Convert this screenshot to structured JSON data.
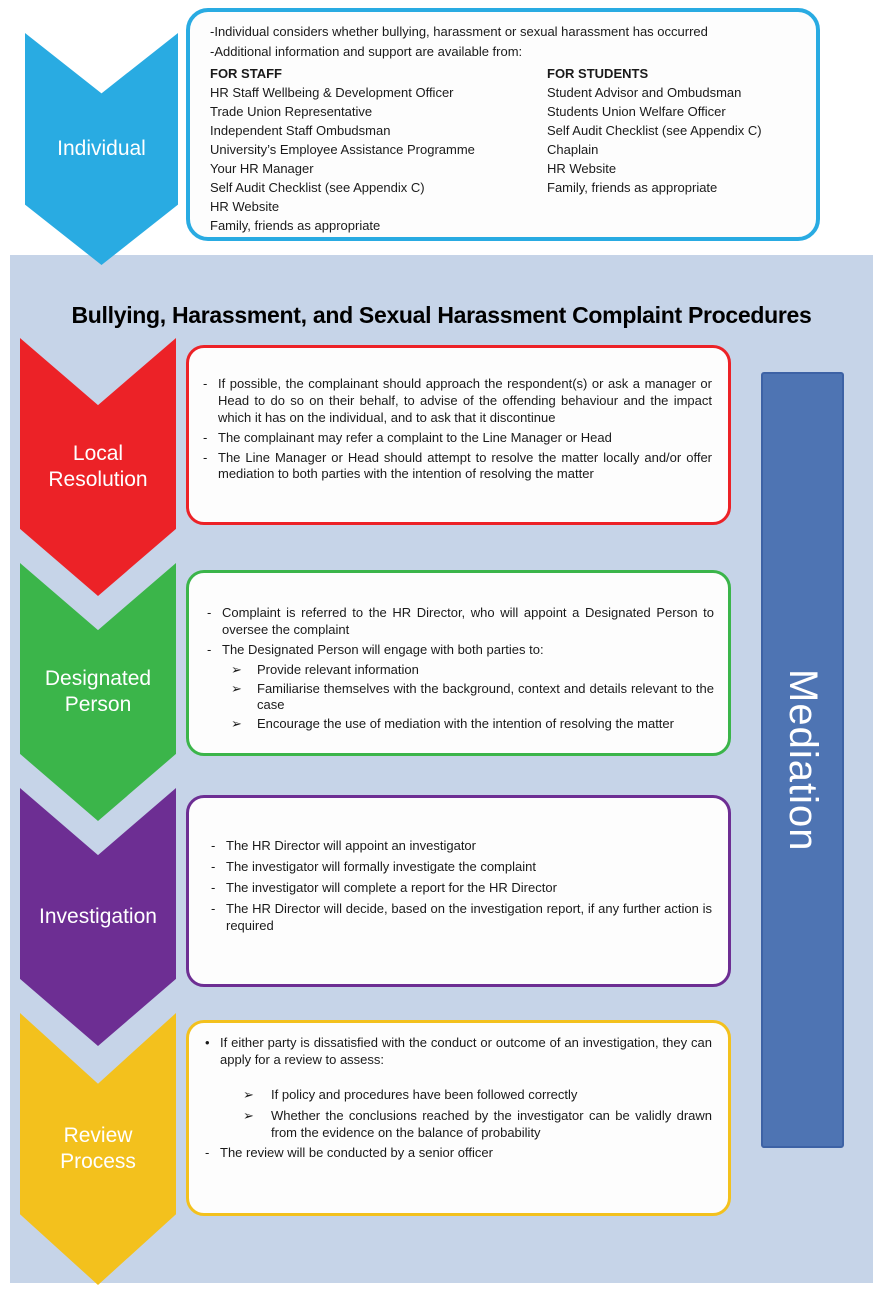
{
  "title": "Bullying, Harassment, and Sexual Harassment Complaint Procedures",
  "markers": {
    "dash": "-",
    "dot": "•",
    "arrow": "➢"
  },
  "colors": {
    "individual": "#29ABE2",
    "local_resolution": "#EC2227",
    "designated_person": "#3BB54A",
    "investigation": "#6D2E93",
    "review_process": "#F3C11D",
    "mediation_bar": "#4E74B3",
    "panel_background": "#C6D4E8"
  },
  "individual": {
    "label": "Individual",
    "box": {
      "intro_1": "-Individual considers whether bullying, harassment or sexual harassment has occurred",
      "intro_2": "-Additional information and support are available from:",
      "staff_header": "FOR STAFF",
      "staff_items": [
        "HR Staff Wellbeing & Development Officer",
        "Trade Union Representative",
        "Independent Staff Ombudsman",
        "University’s Employee Assistance Programme",
        "Your HR Manager",
        "Self Audit Checklist (see Appendix C)",
        "HR Website",
        "Family, friends as appropriate"
      ],
      "students_header": "FOR STUDENTS",
      "students_items": [
        "Student Advisor and Ombudsman",
        "Students Union Welfare Officer",
        "Self Audit Checklist (see Appendix C)",
        "Chaplain",
        "HR Website",
        "Family, friends as appropriate"
      ]
    }
  },
  "local_resolution": {
    "label": "Local Resolution",
    "bullets": [
      "If possible, the complainant should approach the respondent(s) or ask a manager or Head to do so on their behalf, to advise of the offending behaviour and the impact which it has on the individual, and to ask that it discontinue",
      "The complainant may refer a complaint to the Line Manager or Head",
      "The Line Manager or Head should attempt to resolve the matter locally and/or offer mediation to both parties with the intention of resolving the matter"
    ]
  },
  "designated_person": {
    "label": "Designated Person",
    "bullets": [
      "Complaint is referred to the HR Director, who will appoint a Designated Person to oversee the complaint",
      "The Designated Person will engage with both parties to:"
    ],
    "sub_bullets": [
      "Provide relevant information",
      "Familiarise themselves with the background, context and details relevant to the case",
      "Encourage the use of mediation with the intention of resolving the matter"
    ]
  },
  "investigation": {
    "label": "Investigation",
    "bullets": [
      "The HR Director will appoint an investigator",
      "The investigator will formally investigate the complaint",
      "The investigator will complete a report for the HR Director",
      "The HR Director will decide, based on the investigation report, if any further action is required"
    ]
  },
  "review_process": {
    "label": "Review Process",
    "intro_bullet": "If either party is dissatisfied with the conduct or outcome of an investigation, they can apply for a review to assess:",
    "sub_bullets": [
      "If policy and procedures have been followed correctly",
      "Whether the conclusions reached by the investigator can be validly drawn from the evidence on the balance of probability"
    ],
    "closing_bullet": "The review will be conducted by a senior officer"
  },
  "mediation": {
    "label": "Mediation"
  }
}
